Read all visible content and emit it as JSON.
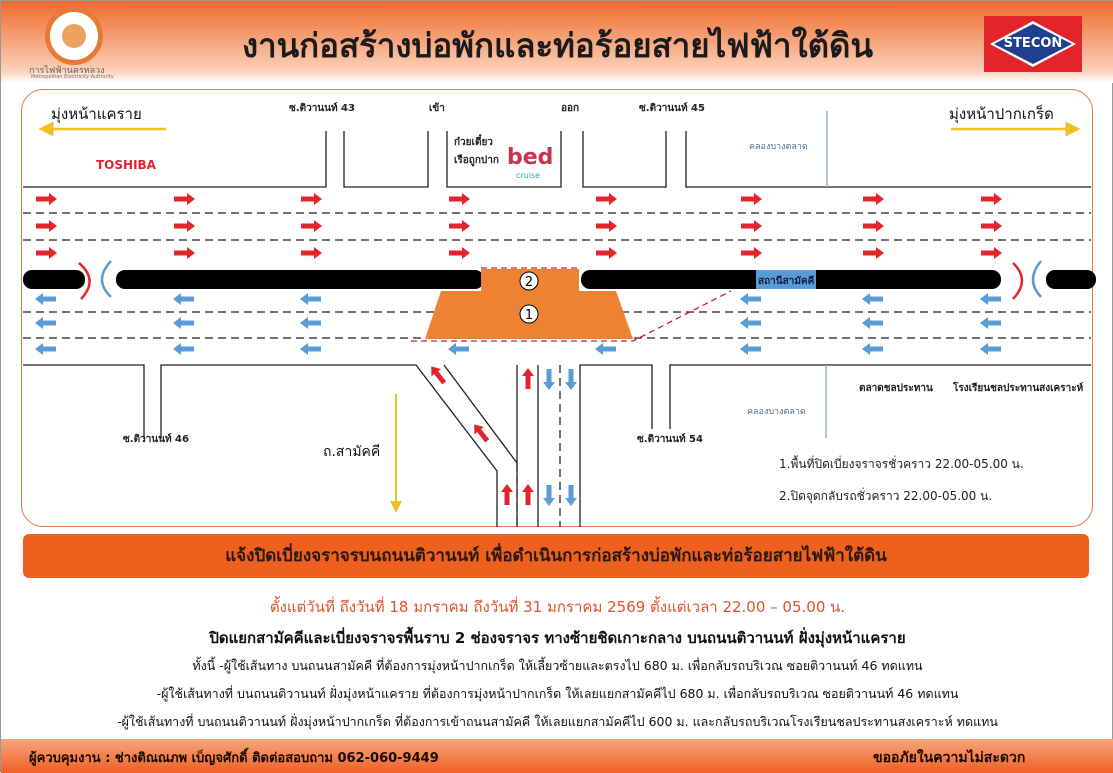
{
  "header": {
    "title": "งานก่อสร้างบ่อพักและท่อร้อยสายไฟฟ้าใต้ดิน",
    "org_name": "การไฟฟ้านครหลวง",
    "org_name_en": "Metropolitan Electricity Authority",
    "contractor": "STECON"
  },
  "diagram": {
    "dir_left": "มุ่งหน้าแคราย",
    "dir_right": "มุ่งหน้าปากเกร็ด",
    "soi43": "ซ.ติวานนท์ 43",
    "soi45": "ซ.ติวานนท์ 45",
    "soi46": "ซ.ติวานนท์ 46",
    "soi54": "ซ.ติวานนท์ 54",
    "enter": "เข้า",
    "exit": "ออก",
    "shop1": "ก๋วยเตี๋ยว",
    "shop2": "เรือถูกปาก",
    "bed_logo": "bed",
    "bed_sub": "cruise",
    "toshiba": "TOSHIBA",
    "canal_top": "คลองบางตลาด",
    "canal_bottom": "คลองบางตลาด",
    "station": "สถานีสามัคคี",
    "road": "ถ.สามัคคี",
    "market": "ตลาดชลประทาน",
    "school": "โรงเรียนชลประทานสงเคราะห์",
    "zone1": "1",
    "zone2": "2",
    "note1": "1.พื้นที่ปิดเบี่ยงจราจรชั่วคราว 22.00-05.00 น.",
    "note2": "2.ปิดจุดกลับรถชั่วคราว 22.00-05.00 น.",
    "colors": {
      "red_arrow": "#e3242b",
      "blue_arrow": "#5b9bd5",
      "work_zone": "#ee8232",
      "median": "#000000",
      "yellow": "#f0c020"
    }
  },
  "banner": "แจ้งปิดเบี่ยงจราจรบนถนนติวานนท์ เพื่อดำเนินการก่อสร้างบ่อพักและท่อร้อยสายไฟฟ้าใต้ดิน",
  "date_line": "ตั้งแต่วันที่ ถึงวันที่ 18 มกราคม ถึงวันที่ 31 มกราคม 2569 ตั้งแต่เวลา 22.00 – 05.00 น.",
  "close_line": "ปิดแยกสามัคคีและเบี่ยงจราจรพื้นราบ 2 ช่องจราจร ทางซ้ายชิดเกาะกลาง บนถนนติวานนท์  ฝั่งมุ่งหน้าแคราย",
  "detours": [
    "ทั้งนี้  -ผู้ใช้เส้นทาง บนถนนสามัคคี ที่ต้องการมุ่งหน้าปากเกร็ด ให้เลี้ยวซ้ายและตรงไป 680 ม. เพื่อกลับรถบริเวณ ซอยติวานนท์ 46  ทดแทน",
    "-ผู้ใช้เส้นทางที่ บนถนนติวานนท์ ฝั่งมุ่งหน้าแคราย ที่ต้องการมุ่งหน้าปากเกร็ด ให้เลยแยกสามัคคีไป 680 ม. เพื่อกลับรถบริเวณ ซอยติวานนท์ 46  ทดแทน",
    "-ผู้ใช้เส้นทางที่ บนถนนติวานนท์ ฝั่งมุ่งหน้าปากเกร็ด ที่ต้องการเข้าถนนสามัคคี ให้เลยแยกสามัคคีไป 600 ม. และกลับรถบริเวณโรงเรียนชลประทานสงเคราะห์ ทดแทน"
  ],
  "footer": {
    "contact": "ผู้ควบคุมงาน : ช่างติณณภพ เบ็ญจศักดิ์ ติดต่อสอบถาม 062-060-9449",
    "apology": "ขออภัยในความไม่สะดวก"
  }
}
